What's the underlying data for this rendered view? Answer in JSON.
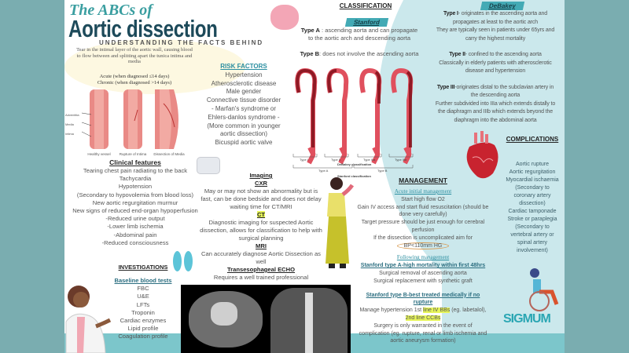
{
  "header": {
    "pre_title": "The ABCs of",
    "title": "Aortic dissection",
    "subtitle": "UNDERSTANDING THE FACTS BEHIND",
    "definition": [
      "Tear in the intimal layer of the aortic wall, causing blood",
      "to flow between and splitting apart the tunica intima and",
      "media"
    ],
    "acute": "Acute (when diagnosed ≤14 days)",
    "chronic": "Chronic (when diagnosed >14 days)"
  },
  "vessel_labels": {
    "layers": [
      "Adventitia",
      "Media",
      "Intima"
    ],
    "captions": [
      "Healthy vessel",
      "Rupture of Intima",
      "Dissection of Media"
    ]
  },
  "clinical": {
    "title": "Clinical features",
    "items": [
      "Tearing chest pain radiating to the back",
      "Tachycardia",
      "Hypotension",
      "(Secondary to hypovolemia from blood loss)",
      "New aortic regurgitation murmur",
      "New signs of reduced end-organ hypoperfusion",
      "-Reduced urine output",
      "-Lower limb ischemia",
      "-Abdominal pain",
      "-Reduced consciousness"
    ]
  },
  "investigations": {
    "title": "INVESTIGATIONS",
    "subtitle": "Baseline blood tests",
    "items": [
      "FBC",
      "U&E",
      "LFTs",
      "Troponin",
      "Cardiac enzymes",
      "Lipid profile",
      "Coagulation profile"
    ]
  },
  "risk": {
    "title": "RISK FACTORS",
    "items": [
      "Hypertension",
      "Atherosclerotic disease",
      "Male gender",
      "Connective tissue disorder",
      "- Marfan's syndrome or",
      "Ehlers-danlos syndrome -",
      "(More common in younger",
      "aortic dissection)",
      "Bicuspid aortic valve"
    ]
  },
  "imaging": {
    "title": "Imaging",
    "cxr": "CXR",
    "cxr_text": [
      "May or may not show an abnormality but is",
      "fast, can be done bedside and does not delay",
      "waiting time for CT/MRI"
    ],
    "ct": "CT",
    "ct_text": [
      "Diagnostic imaging for suspected Aortic",
      "dissection, allows for classification to help with",
      "surgical planning"
    ],
    "mri": "MRI",
    "mri_text": [
      "Can accurately diagnose Aortic Dissection as",
      "well"
    ],
    "echo": "Transesophageal ECHO",
    "echo_text": "Requires a well trained professional"
  },
  "classification": {
    "title": "CLASSIFICATION",
    "stanford": "Stanford",
    "type_a_label": "Type A",
    "type_a": " : ascending aorta and can propagate",
    "type_a_2": "to the aortic arch and descending aorta",
    "type_b_label": "Type B",
    "type_b": ": does not involve the ascending aorta",
    "diagram": {
      "types": [
        "Type I",
        "Type II",
        "Type IIIa",
        "Type IIIb"
      ],
      "debakey": "DeBakey classification",
      "stanford_labels": [
        "Type A",
        "Type B"
      ],
      "stanford": "Stanford classification"
    }
  },
  "debakey": {
    "title": "DeBakey",
    "t1_label": "Type I",
    "t1": [
      "- originates in the ascending aorta and",
      "propagates at least to the aortic arch",
      "They are typically seen in patients under 65yrs and",
      "carry the highest mortality"
    ],
    "t2_label": "Type II",
    "t2": [
      "- confined to the ascending aorta",
      "Classically in elderly patients with atherosclerotic",
      "disease and hypertension"
    ],
    "t3_label": "Type III",
    "t3": [
      "-originates distal to the subclavian artery in",
      "the descending aorta",
      "Further subdivided into IIIa which extends distally to",
      "the diaphragm and IIIb which extends beyond the",
      "diaphragm into the abdominal aorta"
    ]
  },
  "complications": {
    "title": "COMPLICATIONS",
    "items": [
      "Aortic rupture",
      "Aortic regurgitation",
      "Myocardial ischaemia",
      "(Secondary to",
      "coronary artery",
      "dissection)",
      "Cardiac tamponade",
      "Stroke or paraplegia",
      "(Secondary to",
      "vertebral artery or",
      "spinal artery",
      "involvement)"
    ]
  },
  "management": {
    "title": "MANAGEMENT",
    "acute": "Acute initial management",
    "acute_items": [
      "Start high flow O2",
      "Gain IV access and start fluid resuscitation (should be",
      "done very carefully)",
      "Target pressure should be just enough for cerebral",
      "perfusion",
      "If the dissection is uncomplicated aim for",
      "BP<110mm HG"
    ],
    "following": "Following management",
    "a_title": "Stanford type A-high mortality within first 48hrs",
    "a_items": [
      "Surgical removal of ascending aorta",
      "Surgical replacement with synthetic graft"
    ],
    "b_title": "Stanford type B-best treated medically if no",
    "b_title_2": "rupture",
    "b_1": "Manage hypertension 1st ",
    "b_1_hl": "line IV BBs",
    "b_1_end": " (eg. labetalol),",
    "b_2": "2nd line CCBs",
    "b_items": [
      "Surgery is only warranted in the event of",
      "complication (eg. rupture, renal or limb ischemia and",
      "aortic aneurysm formation)"
    ]
  },
  "logo": "SIGMUM",
  "colors": {
    "teal_side": "#7aadb0",
    "accent": "#43aab5",
    "title_dark": "#1d4a5a",
    "light_blue": "#cbe8ec",
    "highlight": "#e7f55a"
  }
}
